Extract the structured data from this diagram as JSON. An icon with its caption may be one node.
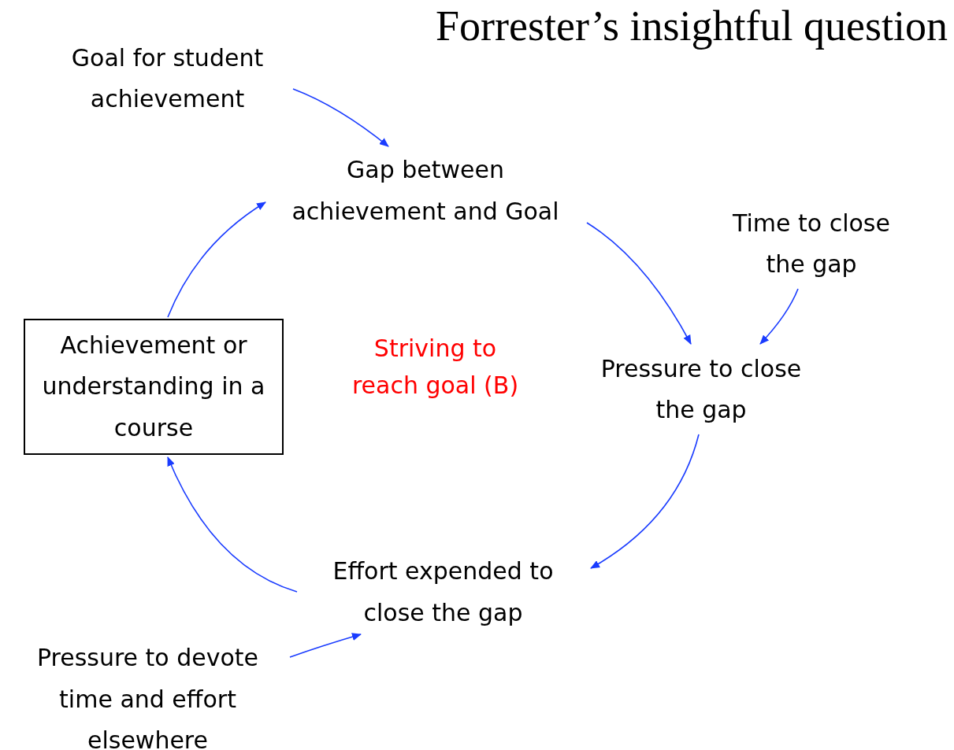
{
  "diagram": {
    "title": "Forrester’s insightful question",
    "nodes": [
      {
        "text": [
          "Goal for student achievement"
        ]
      },
      {
        "text": [
          "Gap between achievement and Goal"
        ]
      },
      {
        "text": [
          "Time to close the gap"
        ]
      },
      {
        "text": [
          "Pressure to close the gap"
        ]
      },
      {
        "text": [
          "Achievement or understanding in a course"
        ]
      },
      {
        "text": [
          "Effort expended to close the gap"
        ]
      },
      {
        "text": [
          "Pressure to devote time and effort elsewhere"
        ]
      }
    ],
    "edges": [
      {
        "from": 0,
        "to": 1,
        "arrow": "to"
      },
      {
        "from": 1,
        "to": 3,
        "arrow": "to"
      },
      {
        "from": 2,
        "to": 3,
        "arrow": "to"
      },
      {
        "from": 3,
        "to": 5,
        "arrow": "to"
      },
      {
        "from": 5,
        "to": 4,
        "arrow": "to"
      },
      {
        "from": 4,
        "to": 1,
        "arrow": "to"
      },
      {
        "from": 6,
        "to": 5,
        "arrow": "to"
      }
    ],
    "labels": [
      "Striving to reach goal (B)"
    ]
  }
}
